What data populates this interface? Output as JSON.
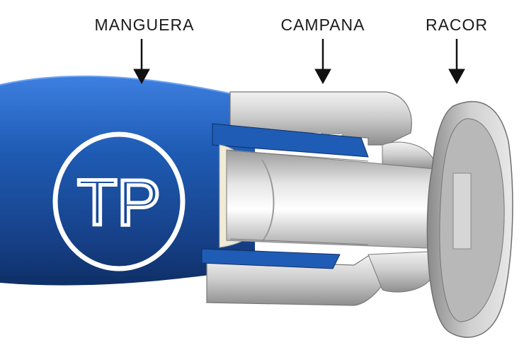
{
  "labels": {
    "hose": "MANGUERA",
    "ferrule": "CAMPANA",
    "fitting": "RACOR"
  },
  "logo": {
    "text": "TP"
  },
  "colors": {
    "hose_blue": "#1f5cb5",
    "steel": "#c8c8c8",
    "arrow": "#111111"
  }
}
